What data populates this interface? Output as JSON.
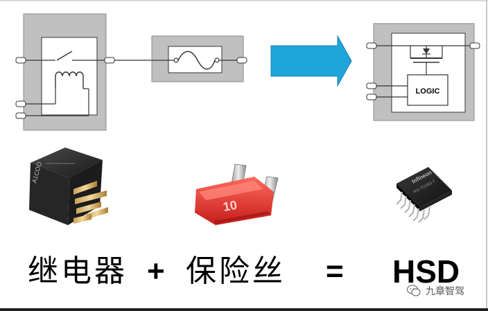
{
  "diagram": {
    "logic_label": "LOGIC",
    "fuse_rating": "10",
    "infineon_brand": "Infineon",
    "package_code": "PG-TO263-7",
    "relay_marking": "A1COO"
  },
  "equation": {
    "relay": "继电器",
    "plus": "+",
    "fuse": "保险丝",
    "equals": "=",
    "result": "HSD"
  },
  "watermark": {
    "text": "九章智驾",
    "icon": "chat-bubble-icon"
  },
  "colors": {
    "panel_gray": "#c0c0c0",
    "arrow_blue": "#1ea5d9",
    "fuse_red": "#e3312a",
    "relay_black": "#2a2a2a"
  }
}
